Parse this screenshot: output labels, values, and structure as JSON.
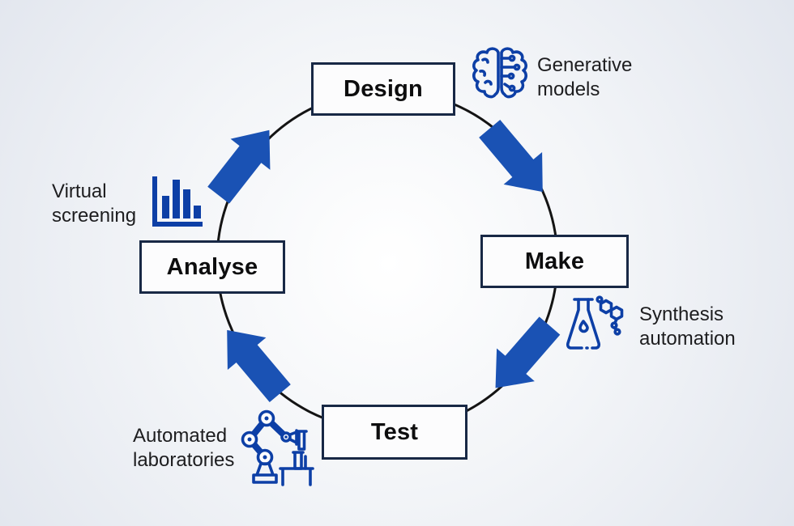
{
  "diagram": {
    "name": "design-make-test-analyse-cycle",
    "stages": [
      {
        "id": "design",
        "label": "Design",
        "annotation": "Generative models",
        "icon": "brain-icon"
      },
      {
        "id": "make",
        "label": "Make",
        "annotation": "Synthesis automation",
        "icon": "flask-molecule-icon"
      },
      {
        "id": "test",
        "label": "Test",
        "annotation": "Automated laboratories",
        "icon": "robot-arm-icon"
      },
      {
        "id": "analyse",
        "label": "Analyse",
        "annotation": "Virtual screening",
        "icon": "bar-chart-icon"
      }
    ],
    "flow": [
      "Design → Make",
      "Make → Test",
      "Test → Analyse",
      "Analyse → Design"
    ],
    "colors": {
      "arrow_blue": "#1a52b4",
      "icon_blue": "#0d3fa6",
      "box_border": "#182845",
      "circle_line": "#141414",
      "bg_center": "#ffffff",
      "bg_edge": "#e2e6ee"
    }
  }
}
